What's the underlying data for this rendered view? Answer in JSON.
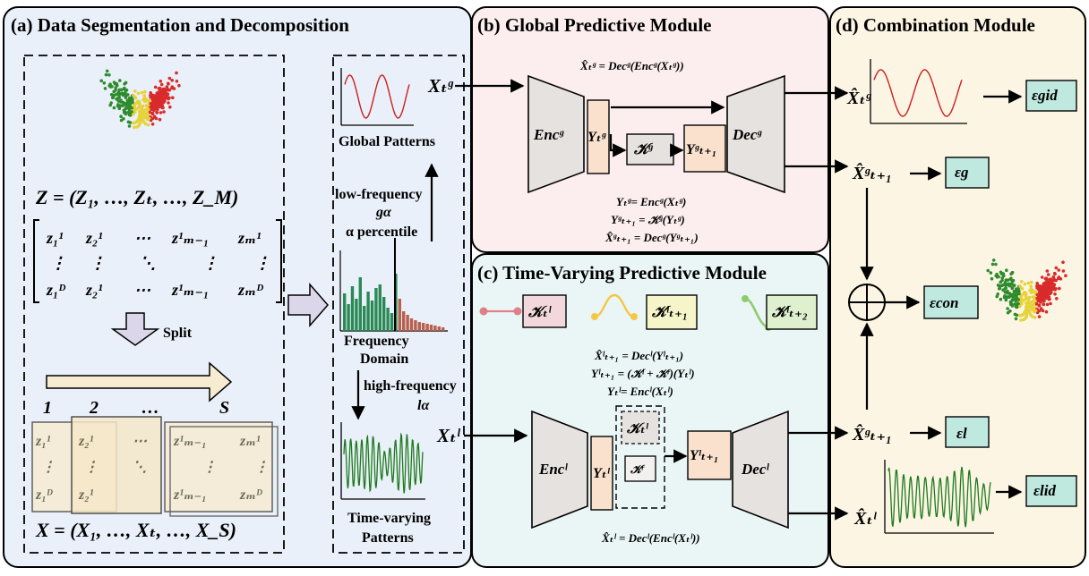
{
  "panels": {
    "a_title": "(a) Data Segmentation and Decomposition",
    "b_title": "(b) Global Predictive Module",
    "c_title": "(c) Time-Varying Predictive Module",
    "d_title": "(d) Combination Module"
  },
  "panel_a": {
    "z_sequence": "Z = (Z₁, …, Zₜ, …, Z_M)",
    "matrix_row1": [
      "z₁¹",
      "z₂¹",
      "⋯",
      "z¹ₘ₋₁",
      "zₘ¹"
    ],
    "matrix_row2": [
      "⋮",
      "⋮",
      "⋱",
      "⋮",
      "⋮"
    ],
    "matrix_row3": [
      "z₁ᴰ",
      "z₂¹",
      "⋯",
      "z¹ₘ₋₁",
      "zₘᴰ"
    ],
    "split_label": "Split",
    "segment_labels": [
      "1",
      "2",
      "…",
      "S"
    ],
    "segment_row1": [
      "z₁¹",
      "z₂¹",
      "⋯",
      "z¹ₘ₋₁",
      "zₘ¹"
    ],
    "segment_row2": [
      "⋮",
      "⋮",
      "⋱",
      "⋮",
      "⋮"
    ],
    "segment_row3": [
      "z₁ᴰ",
      "z₂¹",
      "",
      "z¹ₘ₋₁",
      "zₘᴰ"
    ],
    "x_sequence": "X = (X₁, …, Xₜ, …, X_S)",
    "global_patterns": "Global Patterns",
    "low_frequency": "low-frequency",
    "g_alpha": "gα",
    "alpha_percentile": "α percentile",
    "frequency": "Frequency",
    "domain": "Domain",
    "high_frequency": "high-frequency",
    "l_alpha": "lα",
    "time_varying": "Time-varying",
    "patterns": "Patterns",
    "x_t_g": "Xₜᵍ",
    "x_t_l": "Xₜˡ"
  },
  "panel_b": {
    "eq_top": "X̂ₜᵍ = Decᵍ(Encᵍ(Xₜᵍ))",
    "enc": "Encᵍ",
    "y_t": "Yₜᵍ",
    "koopman": "𝒦ᵍ",
    "y_t1": "Yᵍₜ₊₁",
    "dec": "Decᵍ",
    "eq_lines": [
      "Yₜᵍ= Encᵍ(Xₜᵍ)",
      "Yᵍₜ₊₁ = 𝒦ᵍ(Yₜᵍ)",
      "X̂ᵍₜ₊₁ = Decᵍ(Yᵍₜ₊₁)"
    ]
  },
  "panel_c": {
    "k_t": "𝒦ₜˡ",
    "k_t1": "𝒦ˡₜ₊₁",
    "k_t2": "𝒦ˡₜ₊₂",
    "eq_lines": [
      "X̂ˡₜ₊₁ = Decˡ(Yˡₜ₊₁)",
      "Yˡₜ₊₁ = (𝒦ˡ + 𝒦ʳ)(Yₜˡ)",
      "Yₜˡ= Encˡ(Xₜˡ)"
    ],
    "enc": "Encˡ",
    "y_t": "Yₜˡ",
    "k_l": "𝒦ₜˡ",
    "k_r": "𝒦ʳ",
    "y_t1": "Yˡₜ₊₁",
    "dec": "Decˡ",
    "eq_bottom": "X̂ₜˡ = Decˡ(Encˡ(Xₜˡ))"
  },
  "panel_d": {
    "x_hat_t_g": "X̂ₜᵍ",
    "e_gid": "εgid",
    "x_hat_t1_g": "X̂ᵍₜ₊₁",
    "e_g": "εg",
    "e_con": "εcon",
    "x_hat_t1_g_2": "X̂ᵍₜ₊₁",
    "e_l": "εl",
    "x_hat_t_l": "X̂ₜˡ",
    "e_lid": "εlid"
  },
  "colors": {
    "panel_a_bg": "#eaf0f9",
    "panel_b_bg": "#fceeee",
    "panel_c_bg": "#eaf6f6",
    "panel_d_bg": "#fcf5e4",
    "enc_dec_fill": "#e6e2e0",
    "latent_fill": "#f9e1ce",
    "epsilon_fill": "#bfe9df",
    "k_t_fill": "#f2d8dc",
    "k_t1_fill": "#f6f5c9",
    "k_t2_fill": "#dff0cf",
    "global_curve": "#cc1f1f",
    "time_curve": "#1e7a1e",
    "low_bar": "#2a8a55",
    "high_bar": "#b7604e"
  },
  "chart_data": {
    "type": "bar",
    "categories": [],
    "values": [],
    "title": "",
    "xlabel": "Frequency Domain",
    "ylabel": ""
  }
}
